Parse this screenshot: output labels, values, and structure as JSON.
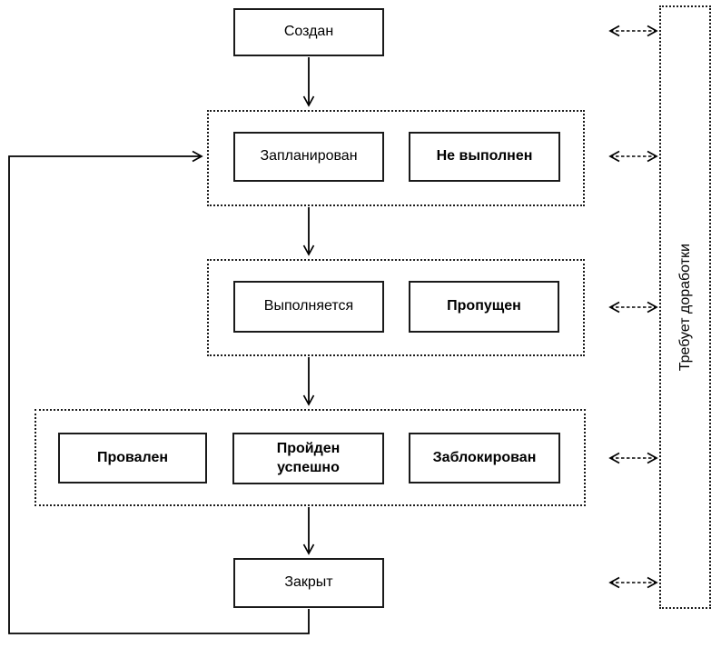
{
  "diagram": {
    "type": "state-flow",
    "states": {
      "created": "Создан",
      "planned": "Запланирован",
      "not_executed": "Не выполнен",
      "executing": "Выполняется",
      "skipped": "Пропущен",
      "failed": "Провален",
      "passed_line1": "Пройден",
      "passed_line2": "успешно",
      "blocked": "Заблокирован",
      "closed": "Закрыт",
      "rework": "Требует доработки"
    },
    "colors": {
      "line": "#000000",
      "background": "#ffffff",
      "text": "#000000"
    }
  }
}
